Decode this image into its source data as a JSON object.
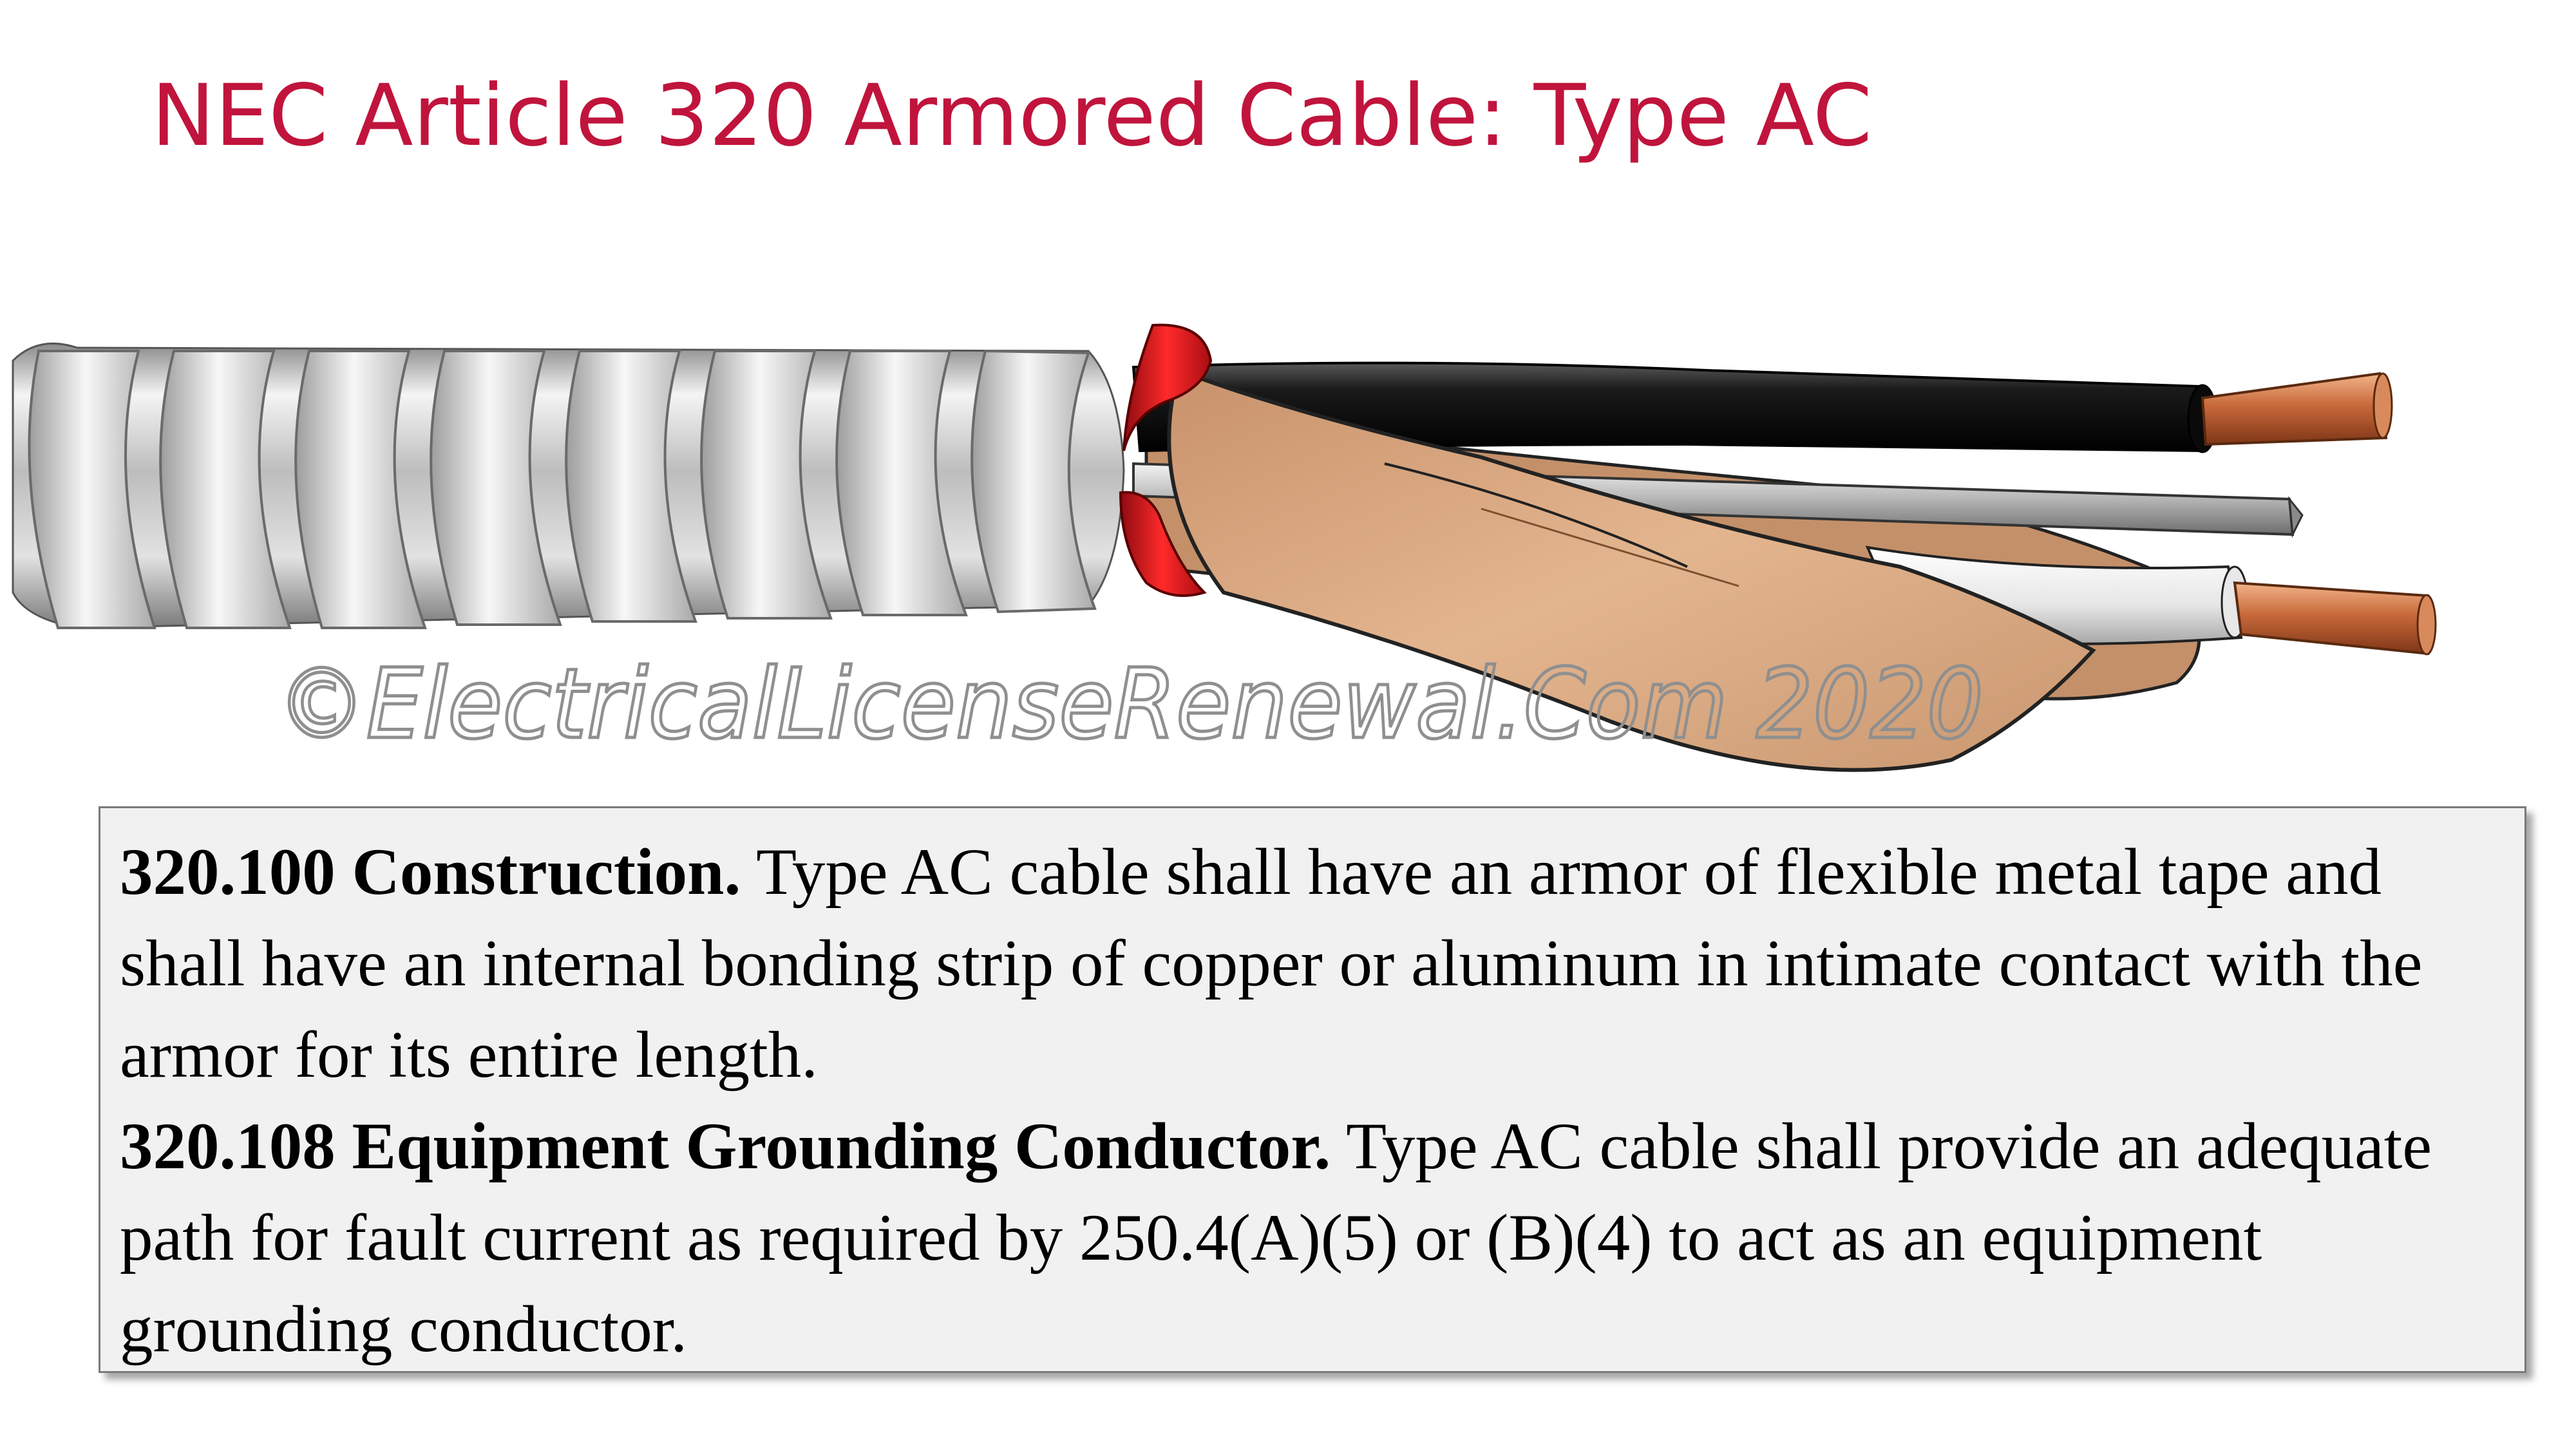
{
  "title": "NEC Article 320 Armored Cable: Type AC",
  "watermark": "©ElectricalLicenseRenewal.Com 2020",
  "sections": [
    {
      "heading": "320.100 Construction.",
      "body": " Type AC cable shall have an armor of flexible metal tape and shall have an internal bonding strip of copper or aluminum in intimate contact with the armor for its entire length."
    },
    {
      "heading": "320.108 Equipment Grounding Conductor.",
      "body": " Type AC cable shall provide an adequate path for fault current as required by 250.4(A)(5) or (B)(4) to act as an equipment grounding conductor."
    }
  ],
  "colors": {
    "title": "#c0143c",
    "armor": "#c9c9c9",
    "paper_wrap": "#d8a57c",
    "anti_short_bushing": "#e0141e",
    "black_conductor": "#111111",
    "white_conductor": "#f2f2f2",
    "copper": "#c8693a",
    "bonding_strip": "#b5b5b5",
    "text_box_bg": "#f1f1f1"
  }
}
